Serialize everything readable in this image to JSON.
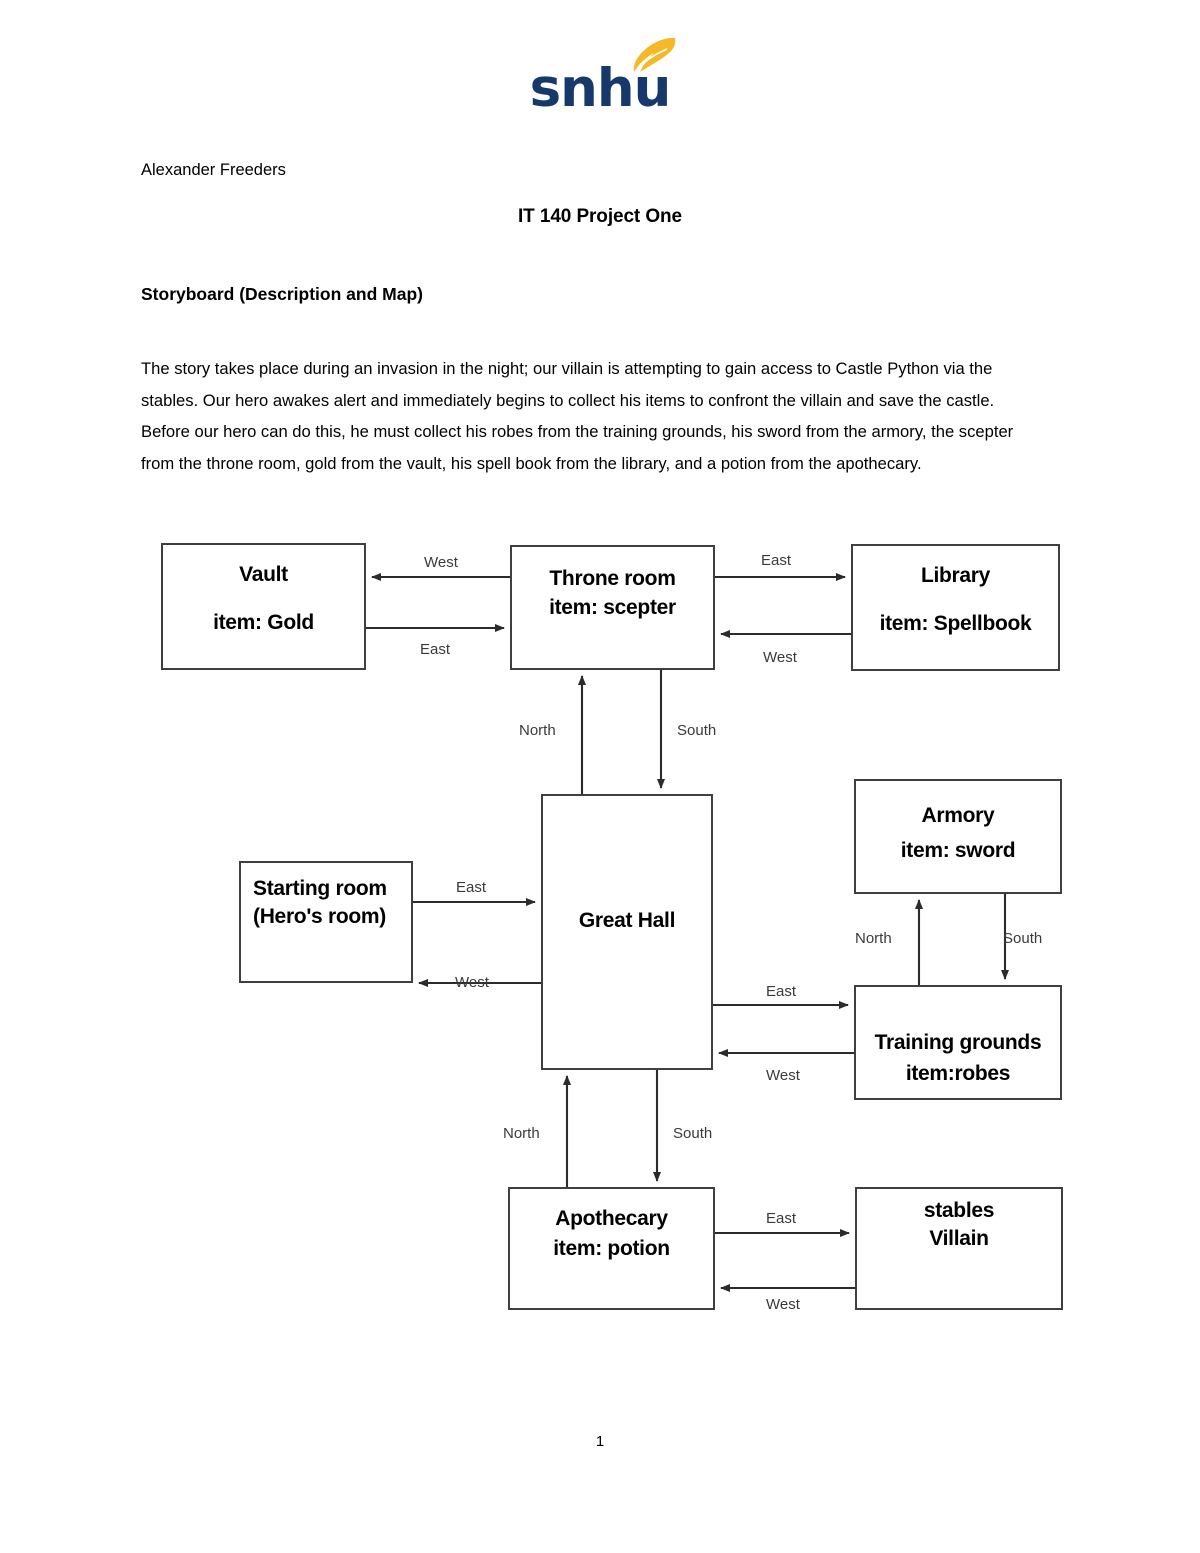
{
  "logo": {
    "text": "snhu",
    "text_color": "#16386b",
    "flame_color": "#f5b827",
    "icon": "snhu-flame-icon"
  },
  "header": {
    "author": "Alexander Freeders",
    "title": "IT 140 Project One",
    "section_heading": "Storyboard (Description and Map)"
  },
  "body": {
    "paragraph": "The story takes place during an invasion in the night; our villain is attempting to gain access to Castle Python via the stables.  Our hero awakes alert and immediately begins to collect his items to confront the villain and save the castle.  Before our hero can do this, he must collect his robes from the training grounds, his sword from the armory, the scepter from the throne room, gold from the vault, his spell book from the library, and a potion from the apothecary."
  },
  "footer": {
    "page_number": "1"
  },
  "diagram": {
    "rooms": [
      {
        "id": "vault",
        "name": "Vault",
        "item": "item: Gold"
      },
      {
        "id": "throne",
        "name": "Throne room",
        "item": "item: scepter"
      },
      {
        "id": "library",
        "name": "Library",
        "item": "item: Spellbook"
      },
      {
        "id": "greathall",
        "name": "Great Hall",
        "item": ""
      },
      {
        "id": "starting",
        "name": "Starting room",
        "item": "(Hero's room)"
      },
      {
        "id": "armory",
        "name": "Armory",
        "item": "item: sword"
      },
      {
        "id": "training",
        "name": "Training grounds",
        "item": "item:robes"
      },
      {
        "id": "apothecary",
        "name": "Apothecary",
        "item": "item: potion"
      },
      {
        "id": "stables",
        "name": "stables",
        "item": "Villain"
      }
    ],
    "connections": [
      {
        "id": "throne-vault",
        "from": "Throne room",
        "to": "Vault",
        "label": "West"
      },
      {
        "id": "vault-throne",
        "from": "Vault",
        "to": "Throne room",
        "label": "East"
      },
      {
        "id": "throne-library",
        "from": "Throne room",
        "to": "Library",
        "label": "East"
      },
      {
        "id": "library-throne",
        "from": "Library",
        "to": "Throne room",
        "label": "West"
      },
      {
        "id": "hall-throne",
        "from": "Great Hall",
        "to": "Throne room",
        "label": "North"
      },
      {
        "id": "throne-hall",
        "from": "Throne room",
        "to": "Great Hall",
        "label": "South"
      },
      {
        "id": "starting-hall",
        "from": "Starting room",
        "to": "Great Hall",
        "label": "East"
      },
      {
        "id": "hall-starting",
        "from": "Great Hall",
        "to": "Starting room",
        "label": "West"
      },
      {
        "id": "hall-training",
        "from": "Great Hall",
        "to": "Training grounds",
        "label": "East"
      },
      {
        "id": "training-hall",
        "from": "Training grounds",
        "to": "Great Hall",
        "label": "West"
      },
      {
        "id": "training-armory",
        "from": "Training grounds",
        "to": "Armory",
        "label": "North"
      },
      {
        "id": "armory-training",
        "from": "Armory",
        "to": "Training grounds",
        "label": "South"
      },
      {
        "id": "hall-apothecary",
        "from": "Apothecary",
        "to": "Great Hall",
        "label": "North"
      },
      {
        "id": "apothecary-hall",
        "from": "Great Hall",
        "to": "Apothecary",
        "label": "South"
      },
      {
        "id": "apothecary-stables",
        "from": "Apothecary",
        "to": "stables",
        "label": "East"
      },
      {
        "id": "stables-apothecary",
        "from": "stables",
        "to": "Apothecary",
        "label": "West"
      }
    ]
  }
}
